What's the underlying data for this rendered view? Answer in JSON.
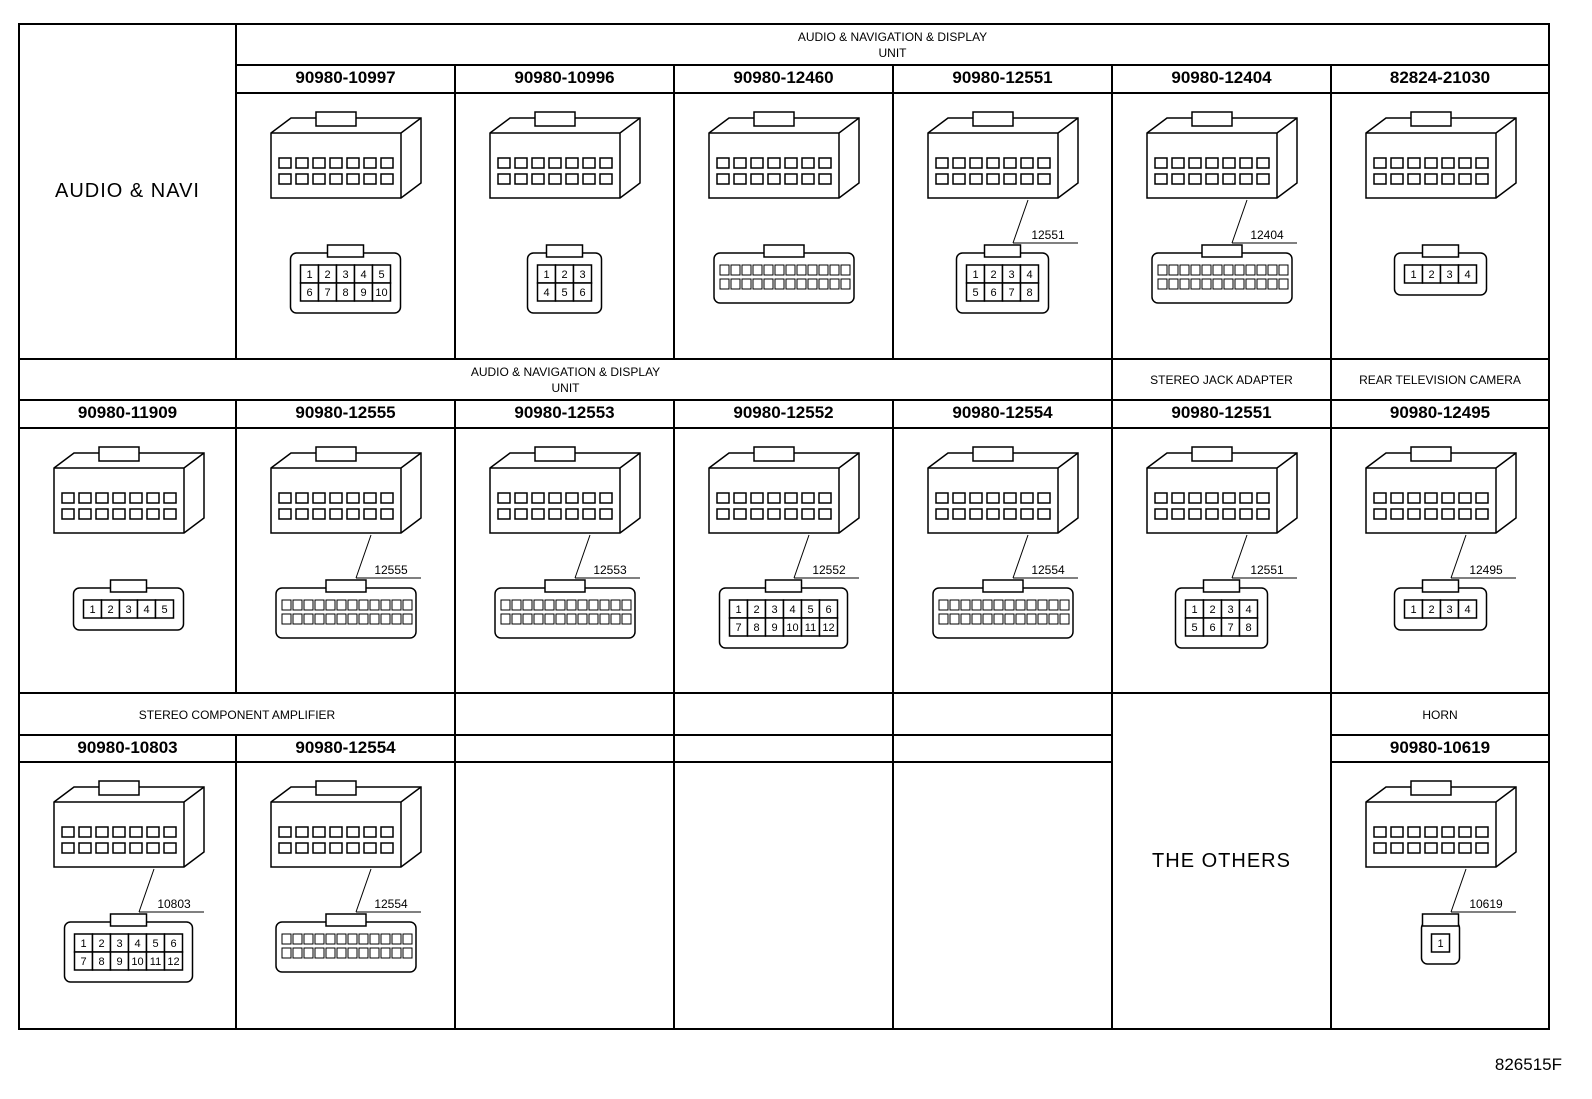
{
  "rows": [
    {
      "section_label": "AUDIO & NAVI",
      "groups": [
        {
          "title": "AUDIO & NAVIGATION & DISPLAY\nUNIT"
        }
      ],
      "connectors": [
        {
          "part": "90980-10997",
          "callout": "",
          "pins": [
            "1",
            "2",
            "3",
            "4",
            "5",
            "6",
            "7",
            "8",
            "9",
            "10"
          ]
        },
        {
          "part": "90980-10996",
          "callout": "",
          "pins": [
            "1",
            "2",
            "3",
            "4",
            "5",
            "6"
          ]
        },
        {
          "part": "90980-12460",
          "callout": "",
          "pins": []
        },
        {
          "part": "90980-12551",
          "callout": "12551",
          "pins": [
            "1",
            "2",
            "3",
            "4",
            "5",
            "6",
            "7",
            "8"
          ]
        },
        {
          "part": "90980-12404",
          "callout": "12404",
          "pins": []
        },
        {
          "part": "82824-21030",
          "callout": "",
          "pins": [
            "1",
            "2",
            "3",
            "4"
          ]
        }
      ]
    },
    {
      "groups": [
        {
          "title": "AUDIO & NAVIGATION & DISPLAY\nUNIT"
        },
        {
          "title": "STEREO JACK ADAPTER"
        },
        {
          "title": "REAR TELEVISION CAMERA"
        }
      ],
      "connectors": [
        {
          "part": "90980-11909",
          "callout": "",
          "pins": [
            "1",
            "2",
            "3",
            "4",
            "5"
          ]
        },
        {
          "part": "90980-12555",
          "callout": "12555",
          "pins": []
        },
        {
          "part": "90980-12553",
          "callout": "12553",
          "pins": []
        },
        {
          "part": "90980-12552",
          "callout": "12552",
          "pins": [
            "1",
            "2",
            "3",
            "4",
            "5",
            "6",
            "7",
            "8",
            "9",
            "10",
            "11",
            "12"
          ]
        },
        {
          "part": "90980-12554",
          "callout": "12554",
          "pins": []
        },
        {
          "part": "90980-12551",
          "callout": "12551",
          "pins": [
            "1",
            "2",
            "3",
            "4",
            "5",
            "6",
            "7",
            "8"
          ]
        },
        {
          "part": "90980-12495",
          "callout": "12495",
          "pins": [
            "1",
            "2",
            "3",
            "4"
          ]
        }
      ]
    },
    {
      "groups": [
        {
          "title": "STEREO COMPONENT AMPLIFIER"
        },
        {
          "title": "HORN"
        }
      ],
      "others_label": "THE OTHERS",
      "connectors": [
        {
          "part": "90980-10803",
          "callout": "10803",
          "pins": [
            "1",
            "2",
            "3",
            "4",
            "5",
            "6",
            "7",
            "8",
            "9",
            "10",
            "11",
            "12"
          ]
        },
        {
          "part": "90980-12554",
          "callout": "12554",
          "pins": []
        },
        {
          "part": "90980-10619",
          "callout": "10619",
          "pins": [
            "1"
          ]
        }
      ]
    }
  ],
  "figure_id": "826515F"
}
